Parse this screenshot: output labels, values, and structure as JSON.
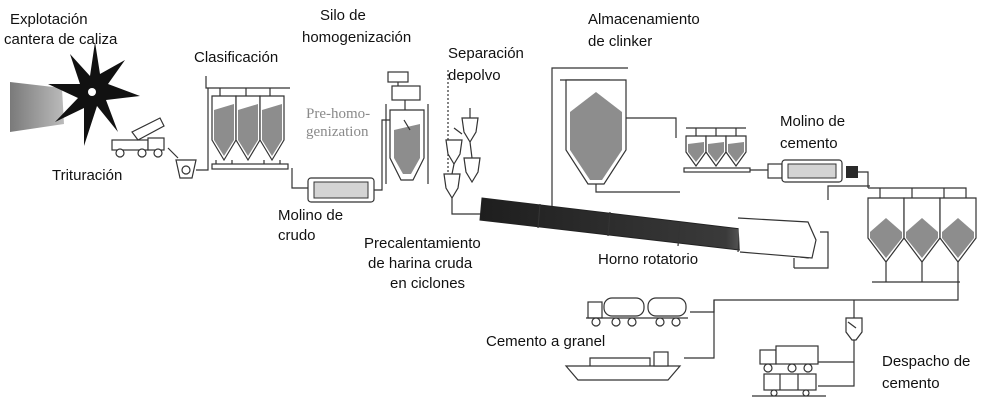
{
  "labels": {
    "quarry": [
      "Explotación",
      "cantera de caliza"
    ],
    "crushing": "Trituración",
    "classification": "Clasificación",
    "raw_mill": [
      "Molino de",
      "crudo"
    ],
    "homog_silo": [
      "Silo de",
      "homogenización"
    ],
    "pre_homog": [
      "Pre-homo-",
      "genization"
    ],
    "dust_separation": [
      "Separación",
      "depolvo"
    ],
    "preheating": [
      "Precalentamiento",
      "de harina cruda",
      "en ciclones"
    ],
    "clinker_storage": [
      "Almacenamiento",
      "de clinker"
    ],
    "cement_mill": [
      "Molino de",
      "cemento"
    ],
    "kiln": "Horno rotatorio",
    "bulk_cement": "Cemento a granel",
    "dispatch": [
      "Despacho de",
      "cemento"
    ]
  },
  "colors": {
    "fill": "#8d8d8d",
    "dark": "#2a2a2a",
    "line": "#333333"
  },
  "icons": [
    "explosion-icon",
    "dump-truck-icon",
    "crusher-icon",
    "tanker-truck-icon",
    "ship-icon",
    "delivery-truck-icon",
    "rail-wagon-icon"
  ]
}
